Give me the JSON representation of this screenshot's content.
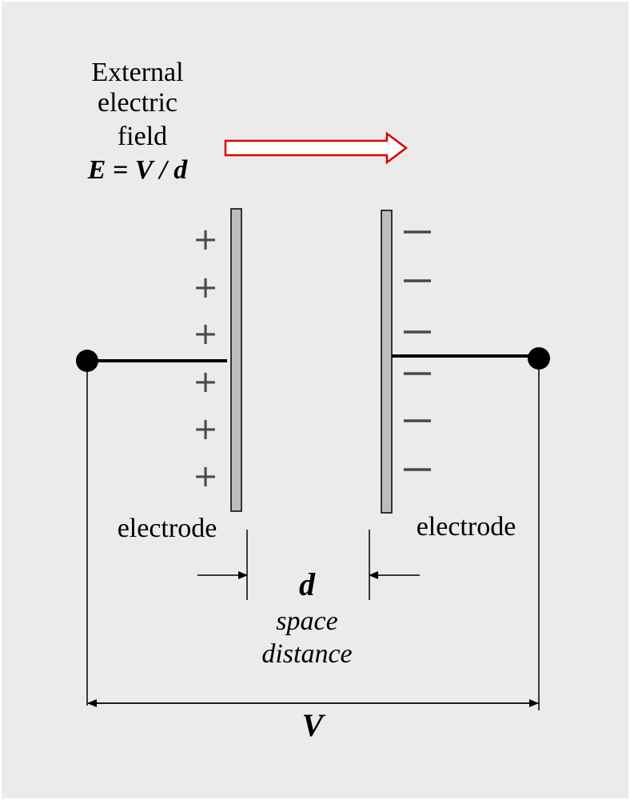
{
  "field": {
    "line1": "External",
    "line2": "electric",
    "line3": "field",
    "formula": "E = V / d"
  },
  "left_electrode": {
    "label": "electrode",
    "charge_symbol": "+",
    "charge_count": 6
  },
  "right_electrode": {
    "label": "electrode",
    "charge_symbol": "−",
    "charge_count": 6
  },
  "gap": {
    "symbol": "d",
    "caption_line1": "space",
    "caption_line2": "distance"
  },
  "voltage": {
    "symbol": "V"
  },
  "colors": {
    "background": "#ebebeb",
    "arrow_outline": "#e00000",
    "plate_fill": "#bdbdbd",
    "sign_color": "#4a4a4a"
  }
}
